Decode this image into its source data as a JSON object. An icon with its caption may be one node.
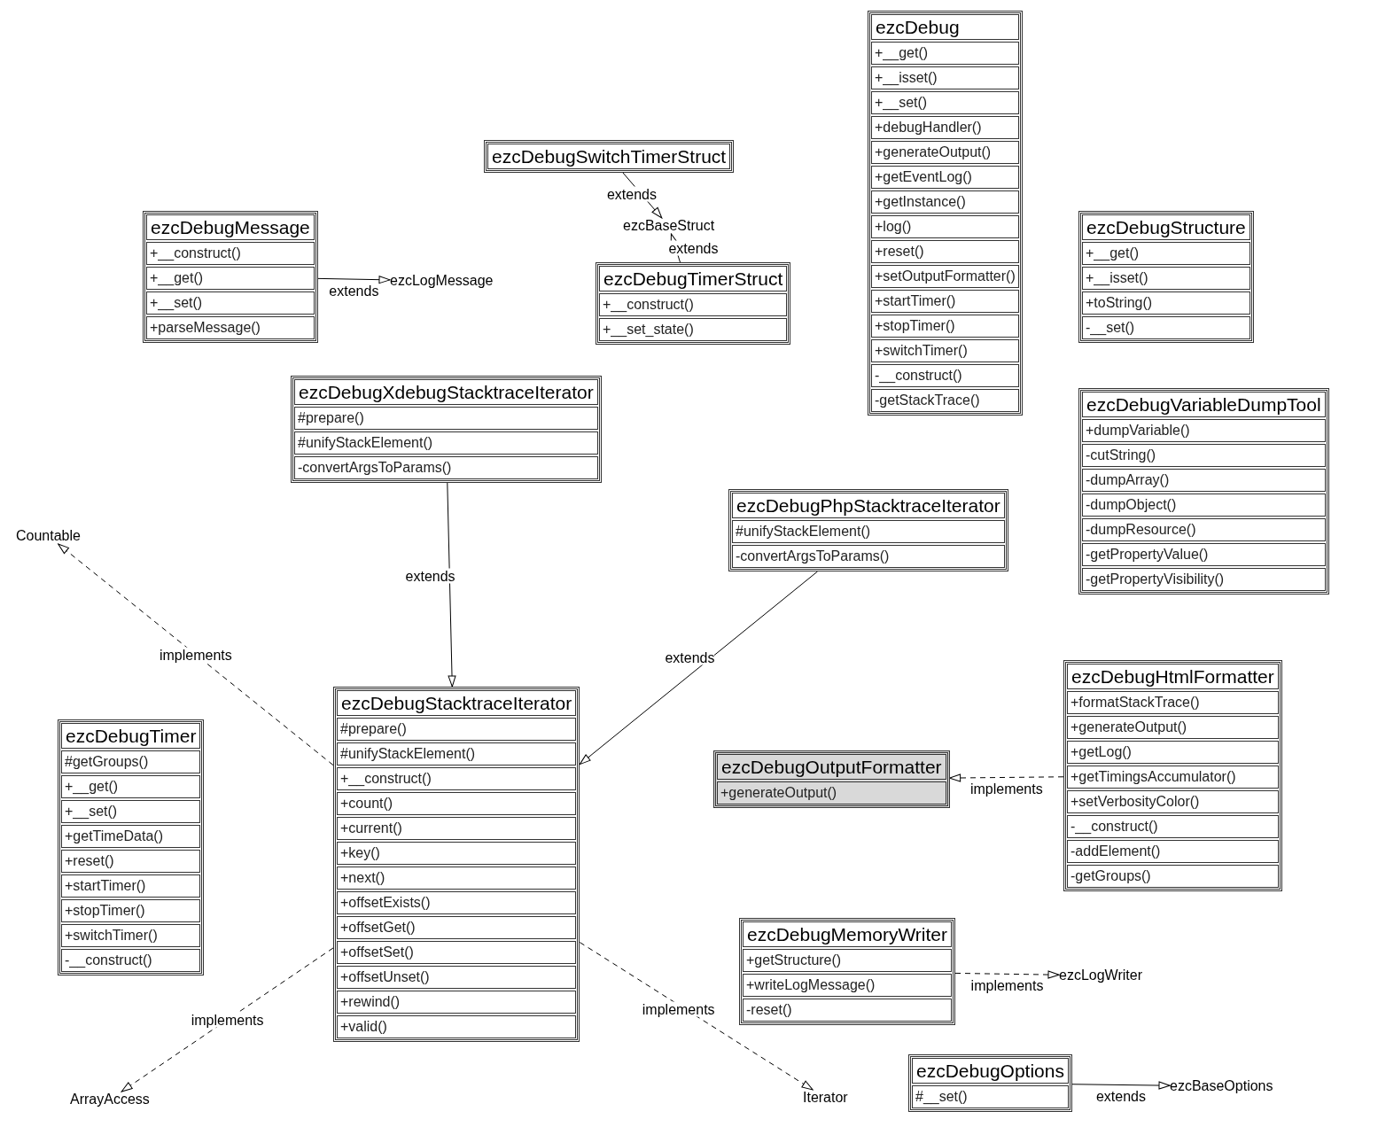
{
  "diagram": {
    "nodes": [
      {
        "text": [
          "ezcDebug",
          "+__get()",
          "+__isset()",
          "+__set()",
          "+debugHandler()",
          "+generateOutput()",
          "+getEventLog()",
          "+getInstance()",
          "+log()",
          "+reset()",
          "+setOutputFormatter()",
          "+startTimer()",
          "+stopTimer()",
          "+switchTimer()",
          "-__construct()",
          "-getStackTrace()"
        ]
      },
      {
        "text": [
          "ezcDebugSwitchTimerStruct"
        ]
      },
      {
        "text": [
          "ezcBaseStruct"
        ]
      },
      {
        "text": [
          "ezcDebugMessage",
          "+__construct()",
          "+__get()",
          "+__set()",
          "+parseMessage()"
        ]
      },
      {
        "text": [
          "ezcLogMessage"
        ]
      },
      {
        "text": [
          "ezcDebugTimerStruct",
          "+__construct()",
          "+__set_state()"
        ]
      },
      {
        "text": [
          "ezcDebugStructure",
          "+__get()",
          "+__isset()",
          "+toString()",
          "-__set()"
        ]
      },
      {
        "text": [
          "ezcDebugXdebugStacktraceIterator",
          "#prepare()",
          "#unifyStackElement()",
          "-convertArgsToParams()"
        ]
      },
      {
        "text": [
          "ezcDebugVariableDumpTool",
          "+dumpVariable()",
          "-cutString()",
          "-dumpArray()",
          "-dumpObject()",
          "-dumpResource()",
          "-getPropertyValue()",
          "-getPropertyVisibility()"
        ]
      },
      {
        "text": [
          "ezcDebugPhpStacktraceIterator",
          "#unifyStackElement()",
          "-convertArgsToParams()"
        ]
      },
      {
        "text": [
          "Countable"
        ]
      },
      {
        "text": [
          "ezcDebugHtmlFormatter",
          "+formatStackTrace()",
          "+generateOutput()",
          "+getLog()",
          "+getTimingsAccumulator()",
          "+setVerbosityColor()",
          "-__construct()",
          "-addElement()",
          "-getGroups()"
        ]
      },
      {
        "text": [
          "ezcDebugStacktraceIterator",
          "#prepare()",
          "#unifyStackElement()",
          "+__construct()",
          "+count()",
          "+current()",
          "+key()",
          "+next()",
          "+offsetExists()",
          "+offsetGet()",
          "+offsetSet()",
          "+offsetUnset()",
          "+rewind()",
          "+valid()"
        ]
      },
      {
        "text": [
          "ezcDebugTimer",
          "#getGroups()",
          "+__get()",
          "+__set()",
          "+getTimeData()",
          "+reset()",
          "+startTimer()",
          "+stopTimer()",
          "+switchTimer()",
          "-__construct()"
        ]
      },
      {
        "text": [
          "ezcDebugOutputFormatter",
          "+generateOutput()"
        ]
      },
      {
        "text": [
          "ezcDebugMemoryWriter",
          "+getStructure()",
          "+writeLogMessage()",
          "-reset()"
        ]
      },
      {
        "text": [
          "ezcLogWriter"
        ]
      },
      {
        "text": [
          "ezcDebugOptions",
          "#__set()"
        ]
      },
      {
        "text": [
          "ezcBaseOptions"
        ]
      },
      {
        "text": [
          "ArrayAccess"
        ]
      },
      {
        "text": [
          "Iterator"
        ]
      }
    ],
    "edges": [
      {
        "from": 1,
        "to": 2,
        "arrow": "to",
        "label": "extends"
      },
      {
        "from": 5,
        "to": 2,
        "arrow": "to",
        "label": "extends"
      },
      {
        "from": 3,
        "to": 4,
        "arrow": "to",
        "label": "extends"
      },
      {
        "from": 7,
        "to": 12,
        "arrow": "to",
        "label": "extends"
      },
      {
        "from": 9,
        "to": 12,
        "arrow": "to",
        "label": "extends"
      },
      {
        "from": 12,
        "to": 10,
        "arrow": "to",
        "label": "implements",
        "style": "dashed"
      },
      {
        "from": 11,
        "to": 14,
        "arrow": "to",
        "label": "implements",
        "style": "dashed"
      },
      {
        "from": 15,
        "to": 16,
        "arrow": "to",
        "label": "implements",
        "style": "dashed"
      },
      {
        "from": 12,
        "to": 19,
        "arrow": "to",
        "label": "implements",
        "style": "dashed"
      },
      {
        "from": 12,
        "to": 20,
        "arrow": "to",
        "label": "implements",
        "style": "dashed"
      },
      {
        "from": 17,
        "to": 18,
        "arrow": "to",
        "label": "extends"
      }
    ]
  }
}
